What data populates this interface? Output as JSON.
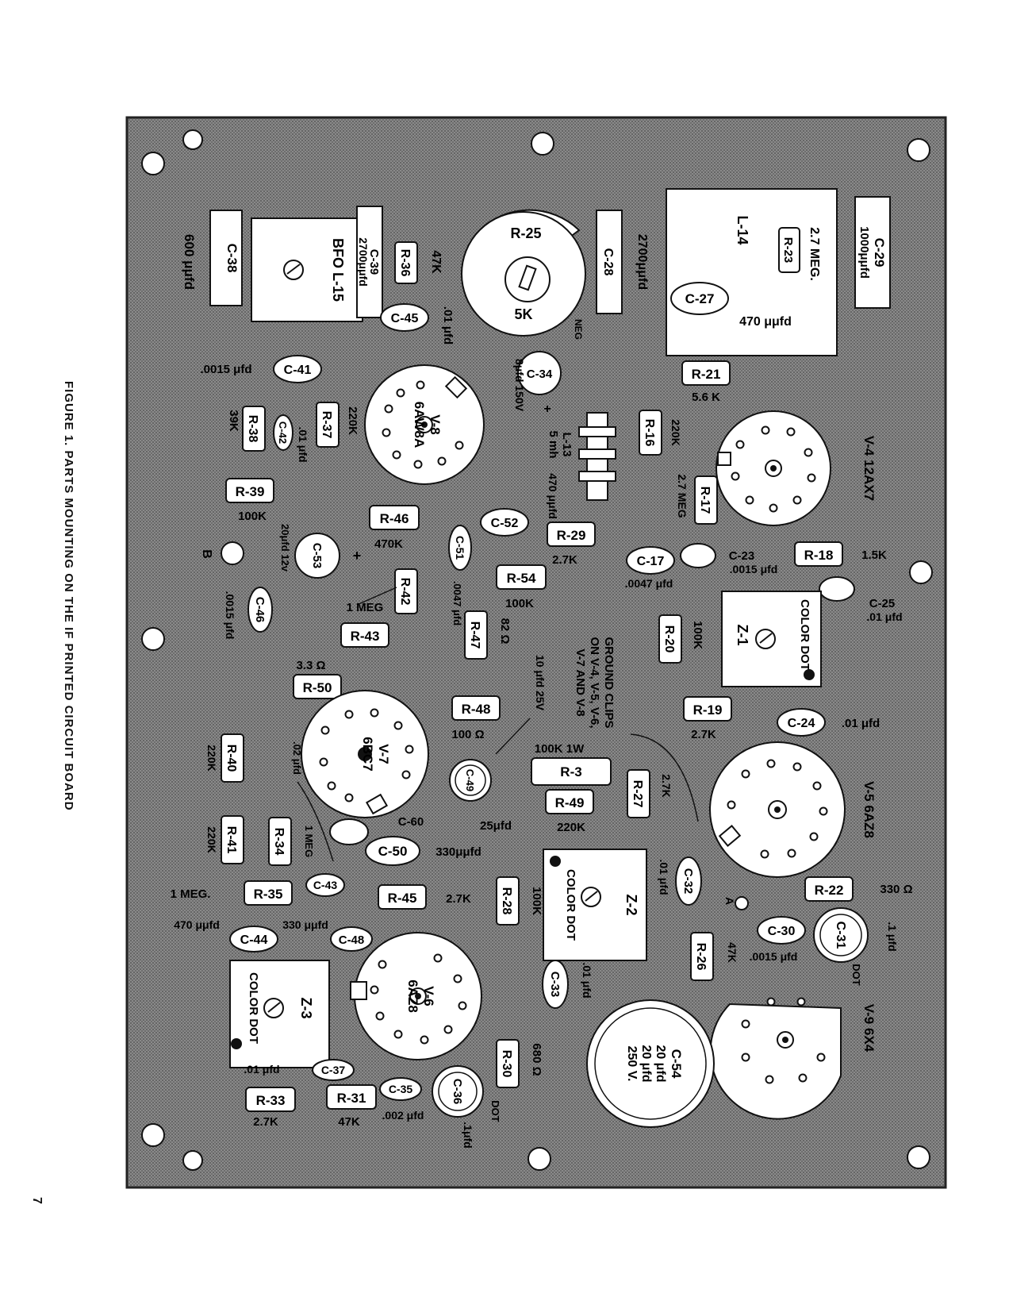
{
  "figure": {
    "caption": "FIGURE 1. PARTS MOUNTING ON THE IF PRINTED CIRCUIT BOARD",
    "page_number": "7"
  },
  "colors": {
    "board": "#7e7e7e",
    "board_dark": "#3a3a3a",
    "part_fill": "#ffffff",
    "ink": "#141414"
  },
  "icon_names": {
    "mount_hole": "mount-hole-icon",
    "tube_socket": "tube-socket-icon",
    "trimmer": "trimmer-slot-icon"
  },
  "parts": {
    "C-38": {
      "ref": "C-38",
      "value": "600 μμfd"
    },
    "L-15": {
      "ref": "BFO L-15"
    },
    "C-39": {
      "ref": "C-39",
      "value": "2700μμfd"
    },
    "R-36": {
      "ref": "R-36",
      "value": "47K"
    },
    "C-45": {
      "ref": "C-45",
      "value": ".01 μfd"
    },
    "R-25": {
      "ref": "R-25",
      "value": "5K"
    },
    "C-28": {
      "ref": "C-28",
      "value": "2700μμfd"
    },
    "L-14": {
      "ref": "L-14"
    },
    "R-23": {
      "ref": "R-23",
      "value": "2.7 MEG."
    },
    "C-29": {
      "ref": "C-29",
      "value": "1000μμfd"
    },
    "C-27": {
      "ref": "C-27",
      "value": "470 μμfd"
    },
    "C-41": {
      "ref": "C-41",
      "value": ".0015 μfd"
    },
    "V-8": {
      "ref": "V-8",
      "type": "6AW8A"
    },
    "C-34": {
      "ref": "C-34",
      "value": "8μfd 150V",
      "neg": "NEG",
      "plus": "+"
    },
    "R-21": {
      "ref": "R-21",
      "value": "5.6 K"
    },
    "R-38": {
      "ref": "R-38",
      "value": "39K"
    },
    "C-42": {
      "ref": "C-42",
      "value": ".01 μfd"
    },
    "R-37": {
      "ref": "R-37",
      "value": "220K"
    },
    "L-13": {
      "ref": "L-13",
      "value": "5 mh"
    },
    "R-16": {
      "ref": "R-16",
      "value": "220K"
    },
    "V-4": {
      "ref": "V-4",
      "type": "12AX7"
    },
    "R-39": {
      "ref": "R-39",
      "value": "100K"
    },
    "R-46": {
      "ref": "R-46",
      "value": "470K"
    },
    "C-52": {
      "ref": "C-52",
      "value": "470 μμfd"
    },
    "R-17": {
      "ref": "R-17",
      "value": "2.7 MEG"
    },
    "R-29": {
      "ref": "R-29",
      "value": "2.7K"
    },
    "C-53": {
      "ref": "C-53",
      "value": "20μfd 12v",
      "plus": "+"
    },
    "B": {
      "ref": "B"
    },
    "C-51": {
      "ref": "C-51",
      "value": ".0047 μfd"
    },
    "R-54": {
      "ref": "R-54",
      "value": "100K"
    },
    "C-17": {
      "ref": "C-17",
      "value": ".0047 μfd"
    },
    "C-23": {
      "ref": "C-23",
      "value": ".0015 μfd"
    },
    "R-18": {
      "ref": "R-18",
      "value": "1.5K"
    },
    "C-25": {
      "ref": "C-25",
      "value": ".01 μfd"
    },
    "C-46": {
      "ref": "C-46",
      "value": ".0015 μfd"
    },
    "R-42": {
      "ref": "R-42",
      "value": "1 MEG"
    },
    "R-43": {
      "ref": "R-43"
    },
    "R-47": {
      "ref": "R-47",
      "value": "82 Ω"
    },
    "GROUND": {
      "line1": "GROUND CLIPS",
      "line2": "ON V-4, V-5, V-6,",
      "line3": "V-7 AND V-8"
    },
    "R-20": {
      "ref": "R-20",
      "value": "100K"
    },
    "Z-1": {
      "ref": "Z-1",
      "dot": "COLOR DOT"
    },
    "R-50": {
      "ref": "R-50",
      "value": "3.3 Ω"
    },
    "R-48": {
      "ref": "R-48",
      "value": "100 Ω"
    },
    "C-40": {
      "value": "10 μfd 25V"
    },
    "R-19": {
      "ref": "R-19",
      "value": "2.7K"
    },
    "C-24": {
      "ref": "C-24",
      "value": ".01 μfd"
    },
    "V-7": {
      "ref": "V-7",
      "type": "6BC7"
    },
    "C-49": {
      "ref": "C-49",
      "value": "25μfd"
    },
    "R-3": {
      "ref": "R-3",
      "value": "100K 1W"
    },
    "R-49": {
      "ref": "R-49",
      "value": "220K"
    },
    "R-27": {
      "ref": "R-27",
      "value": "2.7K"
    },
    "V-5": {
      "ref": "V-5",
      "type": "6AZ8"
    },
    "R-40": {
      "ref": "R-40",
      "value": "220K"
    },
    "C-60": {
      "ref": "C-60",
      "value": ".02 μfd"
    },
    "R-41": {
      "ref": "R-41",
      "value": "220K"
    },
    "R-34": {
      "ref": "R-34",
      "value": "1 MEG"
    },
    "C-50": {
      "ref": "C-50",
      "value": "330μμfd"
    },
    "Z-2": {
      "ref": "Z-2",
      "dot": "COLOR DOT"
    },
    "C-32": {
      "ref": "C-32",
      "value": ".01 μfd"
    },
    "R-35": {
      "ref": "R-35",
      "value": "1 MEG."
    },
    "C-43": {
      "ref": "C-43"
    },
    "R-45": {
      "ref": "R-45",
      "value": "2.7K"
    },
    "R-28": {
      "ref": "R-28",
      "value": "100K"
    },
    "R-22": {
      "ref": "R-22",
      "value": "330 Ω"
    },
    "A": {
      "ref": "A"
    },
    "C-30": {
      "ref": "C-30",
      "value": ".0015 μfd"
    },
    "C-31": {
      "ref": "C-31",
      "value": ".1 μfd",
      "dot": "DOT"
    },
    "R-26": {
      "ref": "R-26",
      "value": "47K"
    },
    "C-44": {
      "ref": "C-44",
      "value": "470 μμfd"
    },
    "C-48": {
      "ref": "C-48",
      "value": "330 μμfd"
    },
    "V-6": {
      "ref": "V-6",
      "type": "6AZ8"
    },
    "Z-3": {
      "ref": "Z-3",
      "dot": "COLOR DOT"
    },
    "C-33": {
      "ref": "C-33",
      "value": ".01 μfd"
    },
    "V-9": {
      "ref": "V-9",
      "type": "6X4"
    },
    "C-54": {
      "ref": "C-54",
      "v1": "20 μfd",
      "v2": "20 μfd",
      "v3": "250 V."
    },
    "C-37": {
      "ref": "C-37",
      "value": ".01 μfd"
    },
    "R-33": {
      "ref": "R-33",
      "value": "2.7K"
    },
    "R-31": {
      "ref": "R-31",
      "value": "47K"
    },
    "C-35": {
      "ref": "C-35",
      "value": ".002 μfd"
    },
    "C-36": {
      "ref": "C-36",
      "value": ".1μfd",
      "dot": "DOT"
    },
    "R-30": {
      "ref": "R-30",
      "value": "680 Ω"
    }
  }
}
